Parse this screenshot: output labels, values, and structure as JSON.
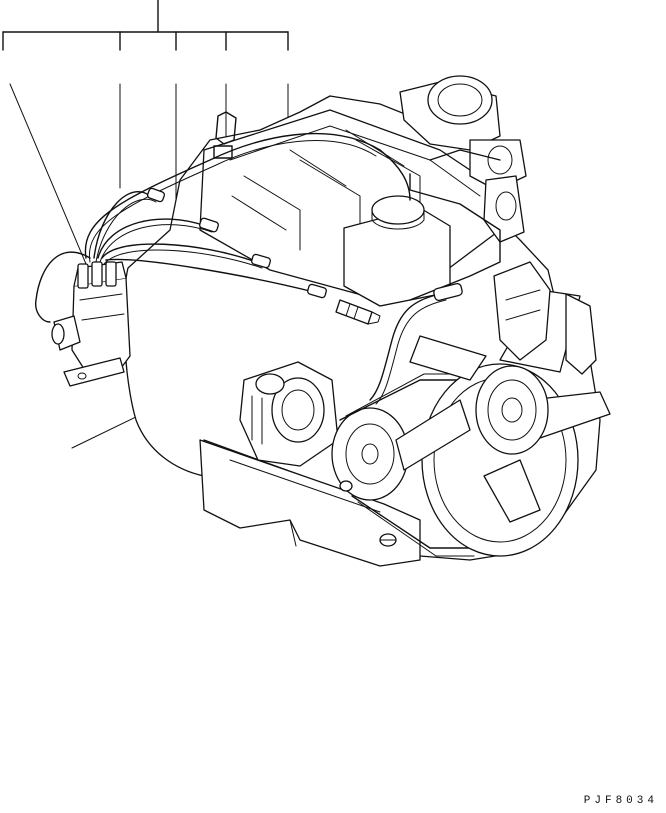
{
  "drawing": {
    "code": "PJF8034",
    "subject": "engine-with-ignition-wiring",
    "callout_count": 5
  },
  "colors": {
    "line": "#111111",
    "background": "#ffffff"
  }
}
